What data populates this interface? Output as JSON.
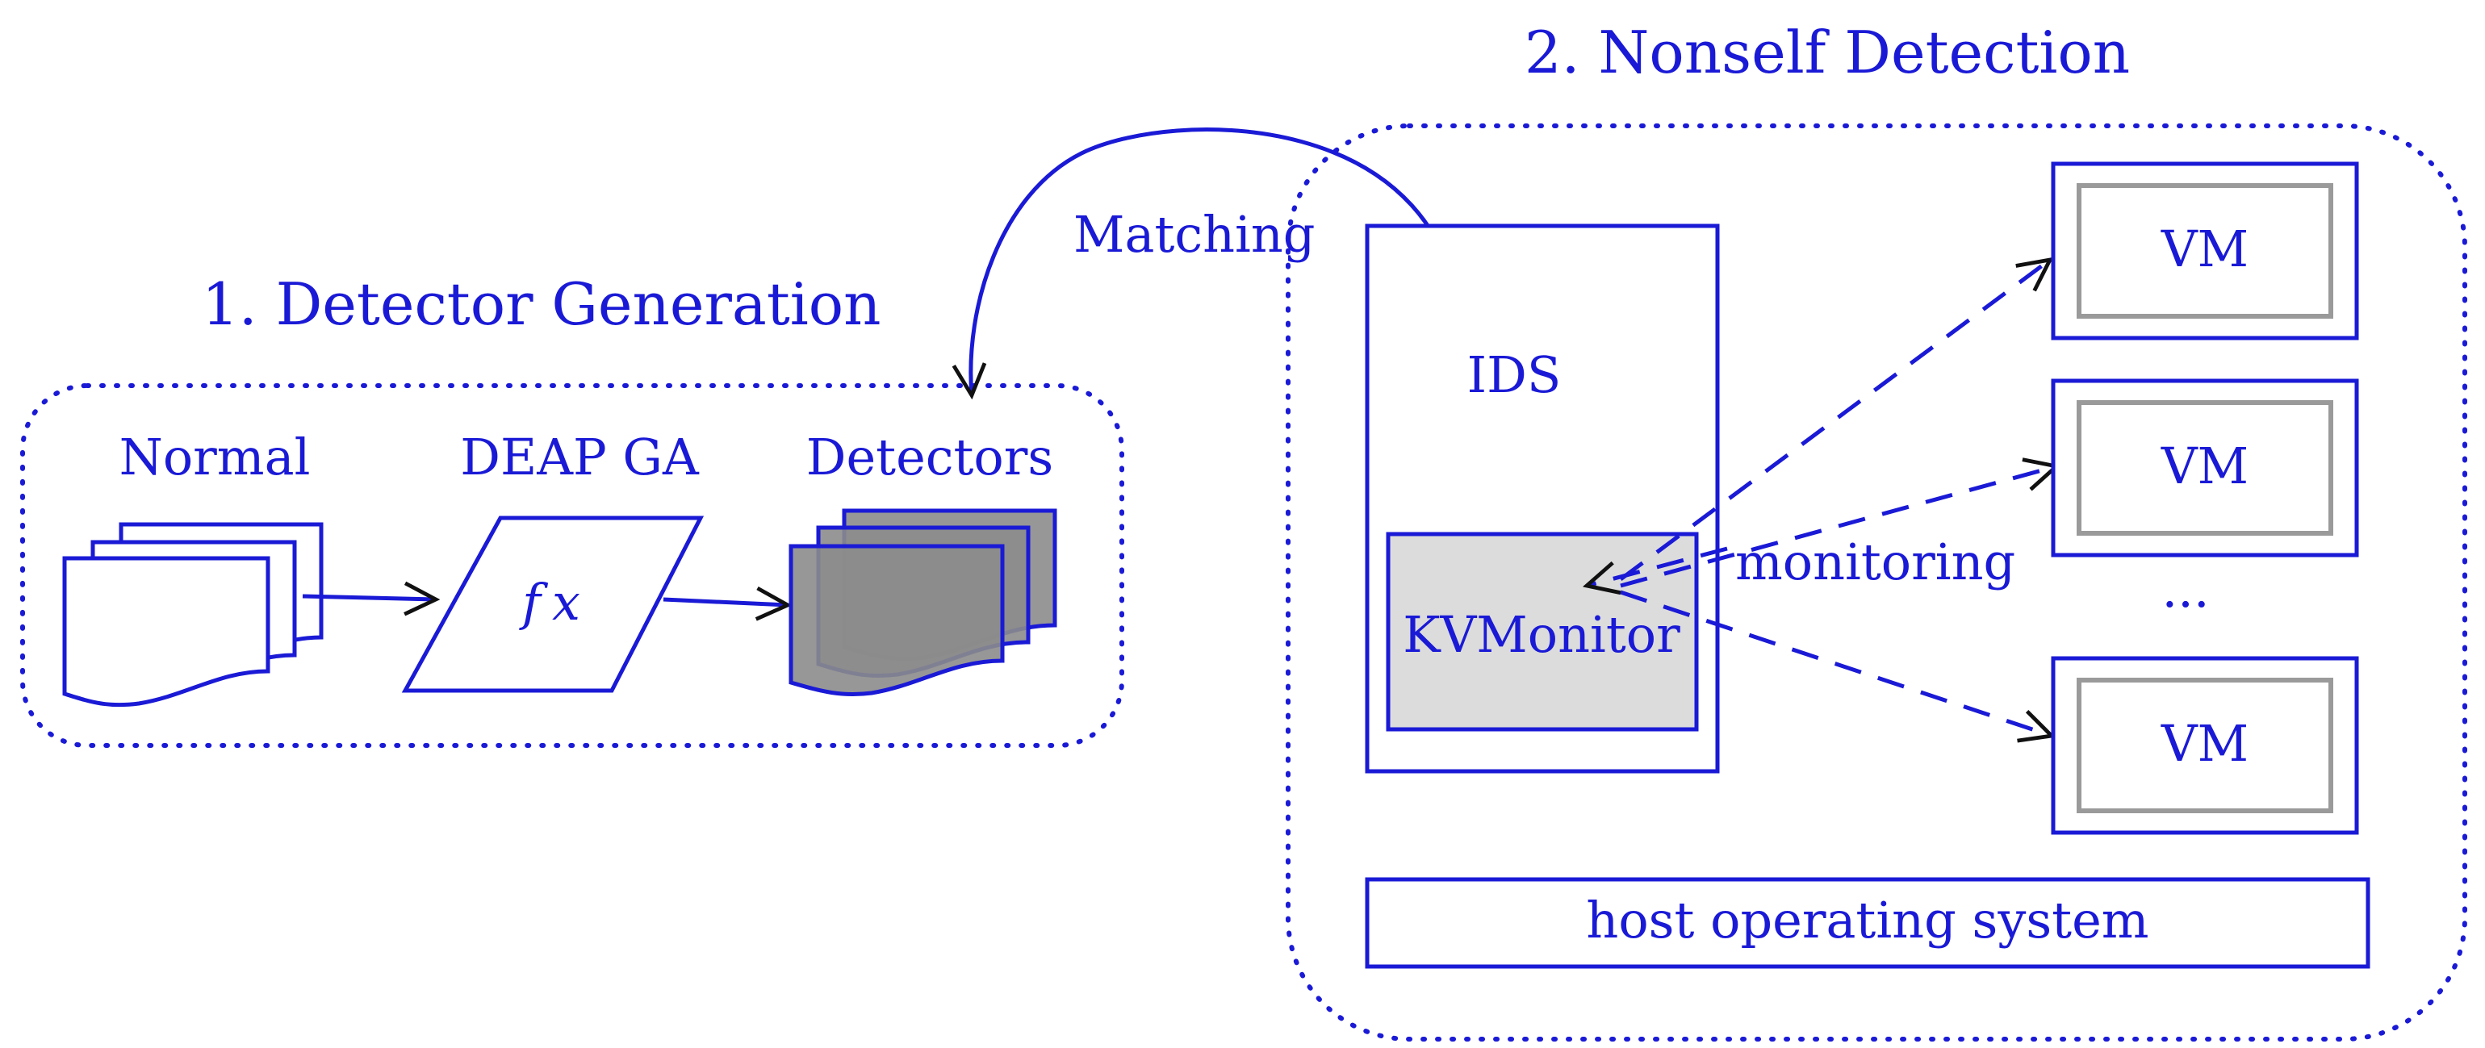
{
  "colors": {
    "primary": "#1a1ad6",
    "vm_inner_border": "#9a9a9a",
    "kvmonitor_fill": "#dcdcdc",
    "detectors_fill": "#8c8c8c"
  },
  "detector_generation": {
    "title": "1. Detector Generation",
    "normal_label": "Normal",
    "ga_label": "DEAP GA",
    "ga_formula": "fx",
    "detectors_label": "Detectors"
  },
  "matching_label": "Matching",
  "nonself_detection": {
    "title": "2. Nonself Detection",
    "ids_label": "IDS",
    "kvmonitor_label": "KVMonitor",
    "monitoring_label": "monitoring",
    "vms": [
      {
        "label": "VM"
      },
      {
        "label": "VM"
      },
      {
        "label": "VM"
      }
    ],
    "ellipsis": "...",
    "host_os_label": "host operating system"
  }
}
